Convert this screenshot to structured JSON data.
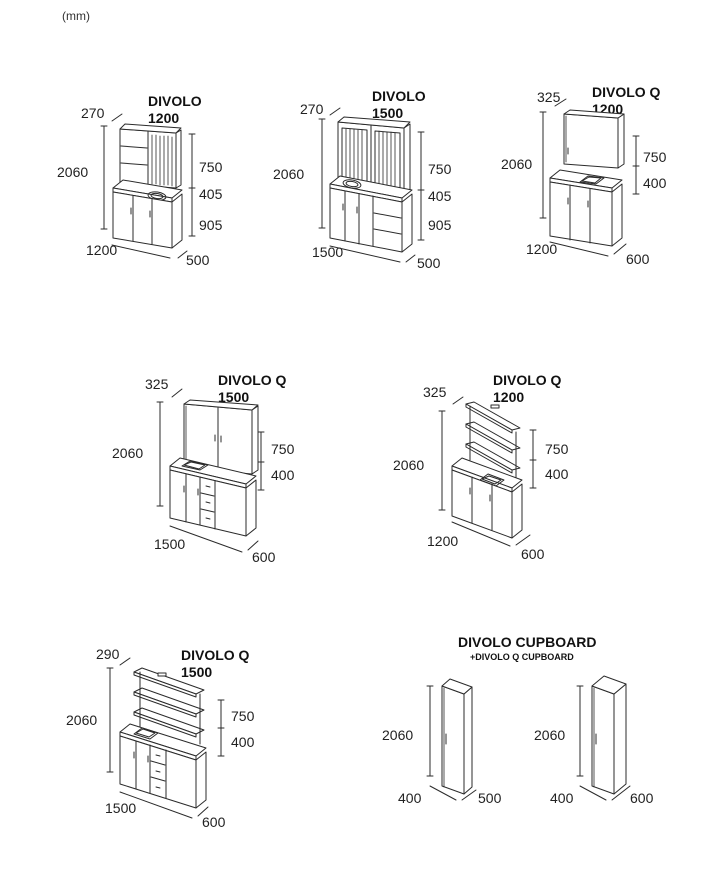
{
  "unit_label": "(mm)",
  "diagrams": [
    {
      "id": "d1",
      "title_line1": "DIVOLO",
      "title_line2": "1200",
      "depth_top": "270",
      "height": "2060",
      "upper": "750",
      "gap": "405",
      "lower": "905",
      "width": "1200",
      "depth": "500"
    },
    {
      "id": "d2",
      "title_line1": "DIVOLO",
      "title_line2": "1500",
      "depth_top": "270",
      "height": "2060",
      "upper": "750",
      "gap": "405",
      "lower": "905",
      "width": "1500",
      "depth": "500"
    },
    {
      "id": "d3",
      "title_line1": "DIVOLO Q",
      "title_line2": "1200",
      "depth_top": "325",
      "height": "2060",
      "upper": "750",
      "gap": "400",
      "width": "1200",
      "depth": "600"
    },
    {
      "id": "d4",
      "title_line1": "DIVOLO Q",
      "title_line2": "1500",
      "depth_top": "325",
      "height": "2060",
      "upper": "750",
      "gap": "400",
      "width": "1500",
      "depth": "600"
    },
    {
      "id": "d5",
      "title_line1": "DIVOLO Q",
      "title_line2": "1200",
      "depth_top": "325",
      "height": "2060",
      "upper": "750",
      "gap": "400",
      "width": "1200",
      "depth": "600"
    },
    {
      "id": "d6",
      "title_line1": "DIVOLO Q",
      "title_line2": "1500",
      "depth_top": "290",
      "height": "2060",
      "upper": "750",
      "gap": "400",
      "width": "1500",
      "depth": "600"
    }
  ],
  "cupboard": {
    "title": "DIVOLO CUPBOARD",
    "subtitle": "+DIVOLO Q CUPBOARD",
    "left": {
      "height": "2060",
      "width": "400",
      "depth": "500"
    },
    "right": {
      "height": "2060",
      "width": "400",
      "depth": "600"
    }
  }
}
